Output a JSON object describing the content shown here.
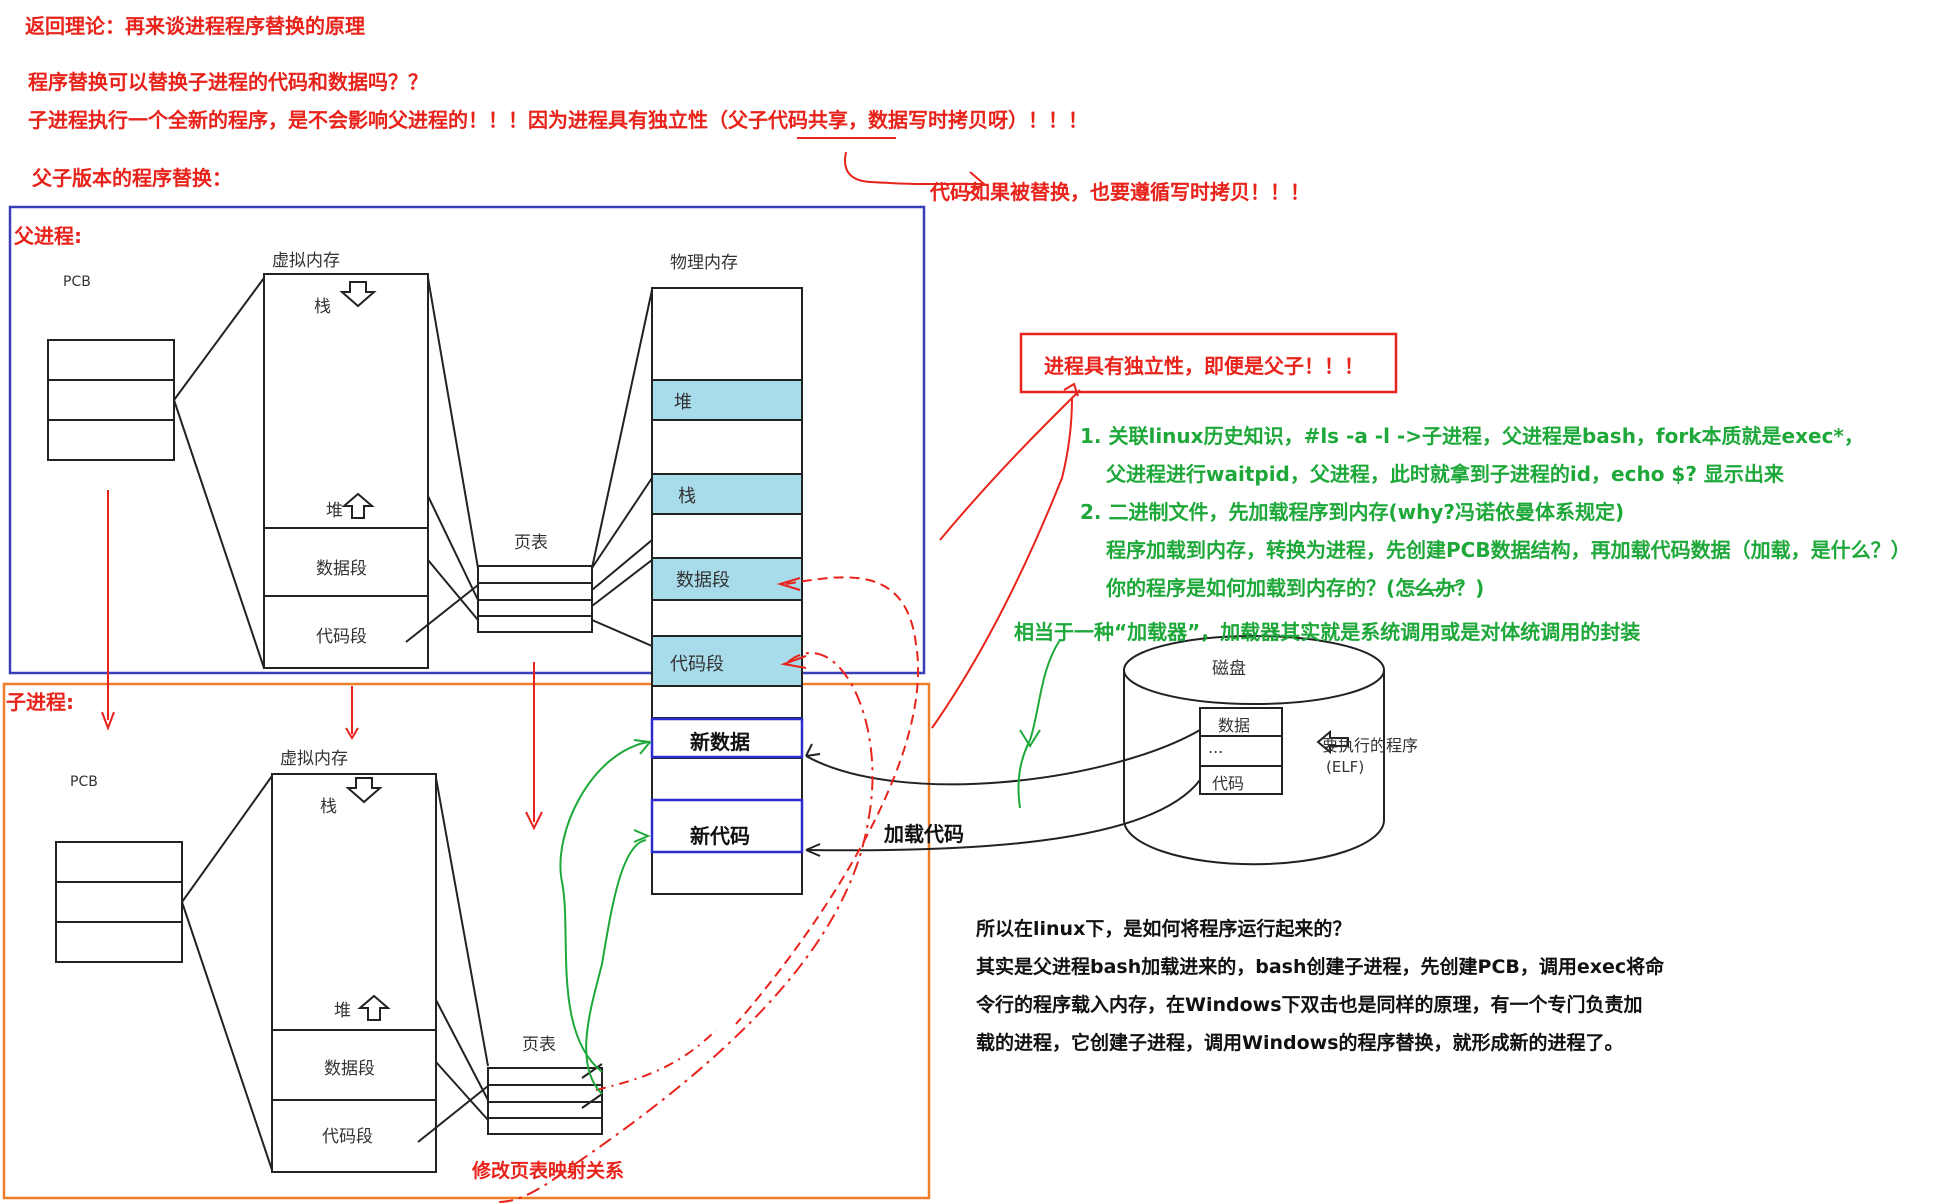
{
  "header": {
    "title": "返回理论：再来谈进程程序替换的原理",
    "q1": "程序替换可以替换子进程的代码和数据吗？？",
    "q2": "子进程执行一个全新的程序，是不会影响父进程的！！！因为进程具有独立性（父子代码共享，数据写时拷贝呀）！！！",
    "cow_note": "代码如果被替换，也要遵循写时拷贝！！！",
    "section": "父子版本的程序替换："
  },
  "parent": {
    "label": "父进程:",
    "pcb": "PCB",
    "vmem": "虚拟内存",
    "stack": "栈",
    "heap": "堆",
    "data_seg": "数据段",
    "code_seg": "代码段",
    "page_table": "页表"
  },
  "physical": {
    "label": "物理内存",
    "heap": "堆",
    "stack": "栈",
    "data_seg": "数据段",
    "code_seg": "代码段",
    "new_data": "新数据",
    "new_code": "新代码"
  },
  "child": {
    "label": "子进程:",
    "pcb": "PCB",
    "vmem": "虚拟内存",
    "stack": "栈",
    "heap": "堆",
    "data_seg": "数据段",
    "code_seg": "代码段",
    "page_table": "页表",
    "modify_note": "修改页表映射关系"
  },
  "independence_box": "进程具有独立性，即便是父子！！！",
  "notes_green": [
    "1. 关联linux历史知识，#ls -a -l ->子进程，父进程是bash，fork本质就是exec*，",
    "父进程进行waitpid，父进程，此时就拿到子进程的id，echo $? 显示出来",
    "2. 二进制文件，先加载程序到内存(why?冯诺依曼体系规定)",
    "程序加载到内存，转换为进程，先创建PCB数据结构，再加载代码数据（加载，是什么？）",
    "你的程序是如何加载到内存的？(怎么办？)",
    "相当于一种“加载器”，加载器其实就是系统调用或是对体统调用的封装"
  ],
  "disk": {
    "label": "磁盘",
    "data": "数据",
    "dots": "...",
    "code": "代码",
    "program": "要执行的程序",
    "elf": "(ELF)",
    "load_code": "加载代码"
  },
  "summary": [
    "所以在linux下，是如何将程序运行起来的？",
    "其实是父进程bash加载进来的，bash创建子进程，先创建PCB，调用exec将命",
    "令行的程序载入内存，在Windows下双击也是同样的原理，有一个专门负责加",
    "载的进程，它创建子进程，调用Windows的程序替换，就形成新的进程了。"
  ],
  "colors": {
    "red": "#e8231b",
    "green": "#1fa83a",
    "blue_frame": "#3a3fb5",
    "orange_frame": "#f07d2a",
    "phys_fill": "#a8dcea"
  }
}
